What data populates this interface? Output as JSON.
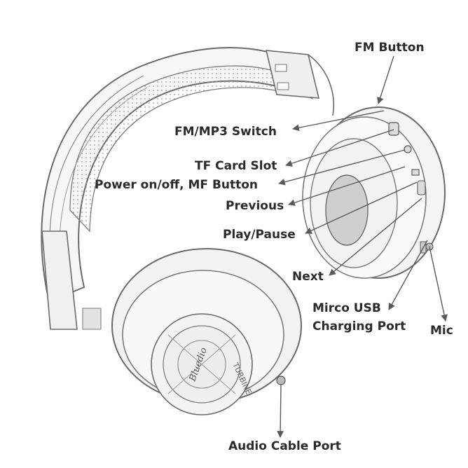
{
  "diagram": {
    "subject": "headphones-sketch",
    "printed_logo": "Bluedio",
    "printed_model": "TURBINE",
    "labels": {
      "fm_button": "FM Button",
      "fm_mp3_switch": "FM/MP3 Switch",
      "tf_card_slot": "TF Card Slot",
      "power_button": "Power on/off, MF Button",
      "previous": "Previous",
      "play_pause": "Play/Pause",
      "next": "Next",
      "usb_line1": "Mirco USB",
      "usb_line2": "Charging Port",
      "mic": "Mic",
      "audio_port": "Audio Cable Port"
    },
    "colors": {
      "background": "#ffffff",
      "sketch_line": "#6a6a6a",
      "sketch_fill": "#f4f4f4",
      "label_text": "#2b2b2b",
      "arrow": "#5a5a5a"
    }
  }
}
